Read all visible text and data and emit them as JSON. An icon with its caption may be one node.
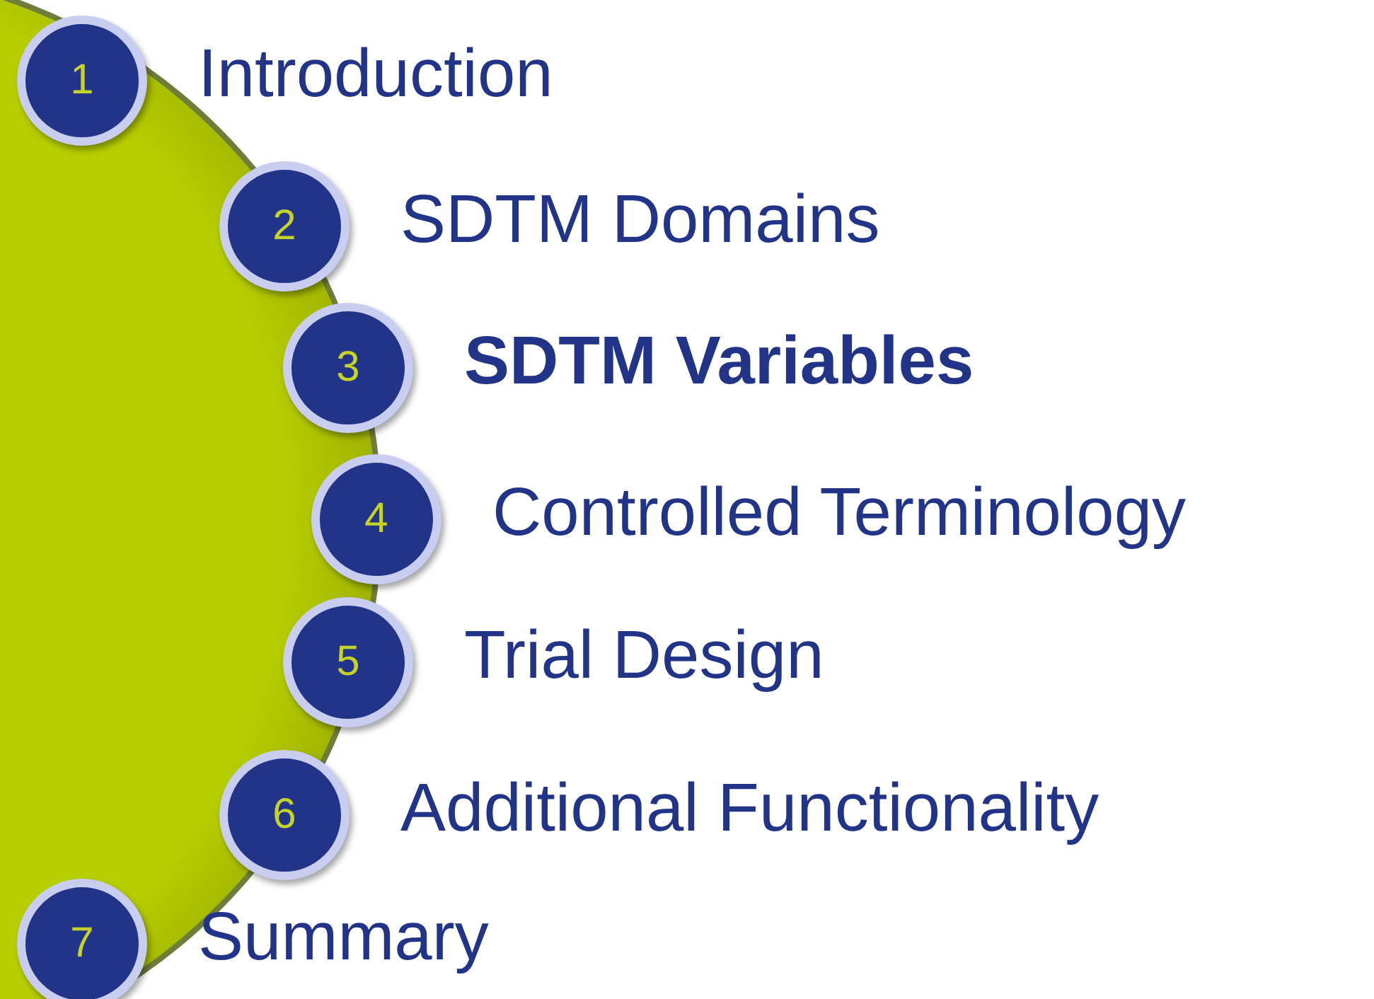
{
  "diagram": {
    "nodes": [
      {
        "text": [
          "1"
        ],
        "beside": [
          "Introduction"
        ]
      },
      {
        "text": [
          "2"
        ],
        "beside": [
          "SDTM Domains"
        ]
      },
      {
        "text": [
          "3"
        ],
        "beside": [
          "SDTM Variables"
        ]
      },
      {
        "text": [
          "4"
        ],
        "beside": [
          "Controlled Terminology"
        ]
      },
      {
        "text": [
          "5"
        ],
        "beside": [
          "Trial Design"
        ]
      },
      {
        "text": [
          "6"
        ],
        "beside": [
          "Additional Functionality"
        ]
      },
      {
        "text": [
          "7"
        ],
        "beside": [
          "Summary"
        ]
      }
    ]
  }
}
